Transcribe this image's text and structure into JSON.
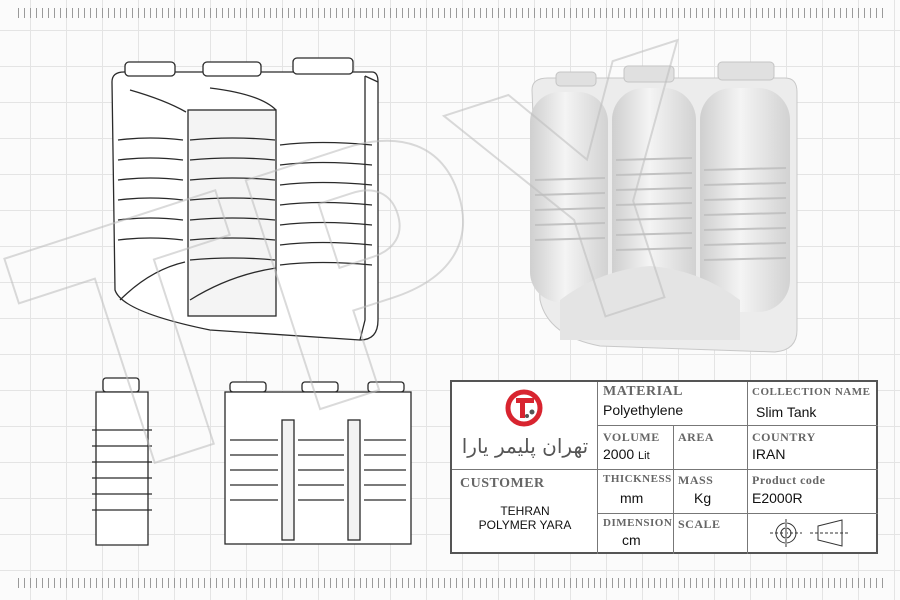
{
  "watermark": "TPY",
  "title_block": {
    "logo": {
      "company_text": "تهران پلیمر یارا",
      "accent": "#d8242f"
    },
    "material": {
      "label": "MATERIAL",
      "value": "Polyethylene"
    },
    "collection_name": {
      "label": "COLLECTION NAME",
      "value": "Slim Tank"
    },
    "volume": {
      "label": "VOLUME",
      "value": "2000",
      "unit": "Lit"
    },
    "area": {
      "label": "AREA",
      "value": ""
    },
    "country": {
      "label": "COUNTRY",
      "value": "IRAN"
    },
    "customer": {
      "label": "CUSTOMER",
      "value": "TEHRAN POLYMER YARA"
    },
    "thickness": {
      "label": "THICKNESS",
      "value": "mm"
    },
    "mass": {
      "label": "MASS",
      "value": "Kg"
    },
    "product_code": {
      "label": "Product code",
      "value": "E2000R"
    },
    "dimension": {
      "label": "DIMENSION",
      "value": "cm"
    },
    "scale": {
      "label": "SCALE",
      "value": ""
    },
    "projection_symbol": "first-angle-projection-icon"
  },
  "colors": {
    "line": "#2a2a2a",
    "render_fill": "#e9e9e9",
    "render_shade": "#cfcfcf",
    "border": "#555555"
  }
}
